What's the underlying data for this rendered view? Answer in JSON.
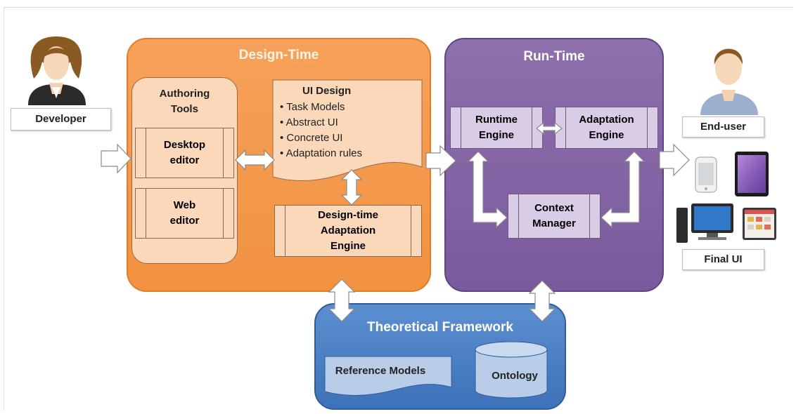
{
  "regions": {
    "design_time": "Design-Time",
    "run_time": "Run-Time",
    "theoretical_framework": "Theoretical Framework"
  },
  "design_time": {
    "authoring_tools": "Authoring\nTools",
    "desktop_editor": "Desktop\neditor",
    "web_editor": "Web\neditor",
    "ui_design": {
      "title": "UI Design",
      "items": [
        "Task Models",
        "Abstract UI",
        "Concrete UI",
        "Adaptation rules"
      ]
    },
    "design_time_engine": "Design-time\nAdaptation\nEngine"
  },
  "run_time": {
    "runtime_engine": "Runtime\nEngine",
    "adaptation_engine": "Adaptation\nEngine",
    "context_manager": "Context\nManager"
  },
  "theoretical_framework": {
    "reference_models": "Reference Models",
    "ontology": "Ontology"
  },
  "actors": {
    "developer": "Developer",
    "end_user": "End-user",
    "final_ui": "Final UI"
  },
  "colors": {
    "design_time": "#f19240",
    "run_time": "#7a5a9c",
    "theoretical_framework": "#3e72b8",
    "light_box": "#fcd8bb",
    "light_purple_box": "#d9cce6"
  },
  "icons": [
    "developer-avatar-icon",
    "end-user-avatar-icon",
    "smartphone-icon",
    "tablet-icon",
    "desktop-computer-icon",
    "tablet-app-icon"
  ]
}
